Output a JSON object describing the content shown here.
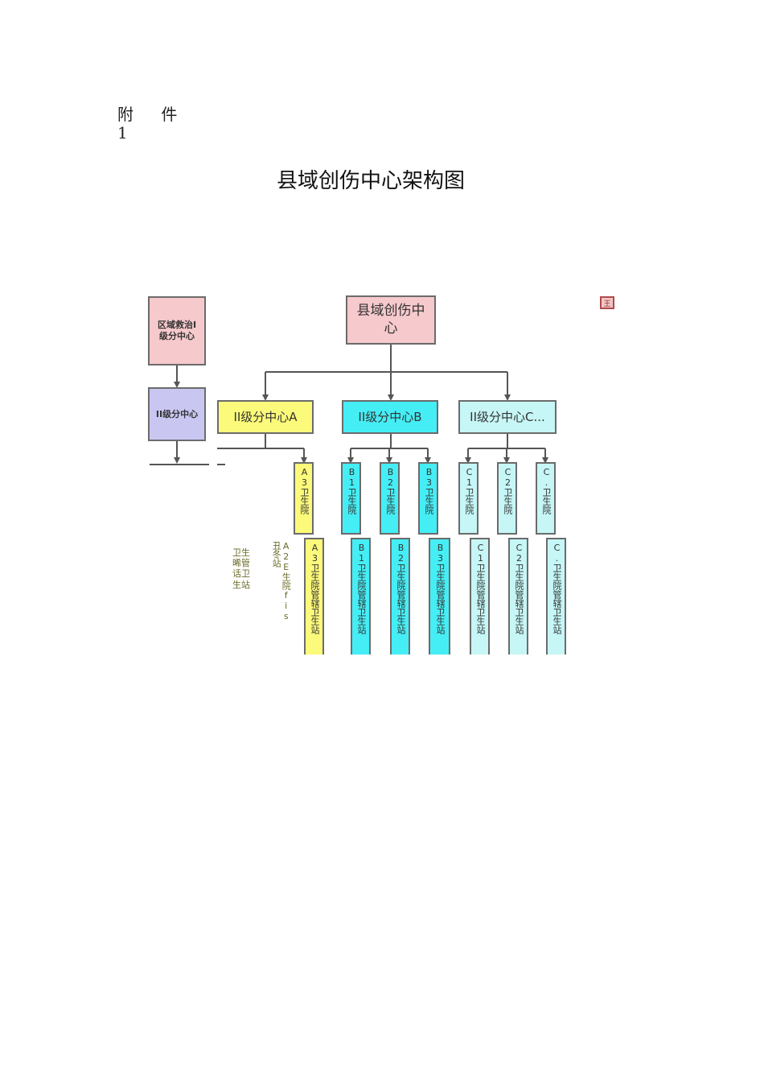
{
  "header": {
    "attachment_label": "附 件",
    "attachment_number": "1",
    "title": "县域创伤中心架构图"
  },
  "legend": {
    "level1": "区域救治I级分中心",
    "level2": "II级分中心"
  },
  "root": {
    "label": "县域创伤中心"
  },
  "subcenters": [
    {
      "label": "II级分中心A"
    },
    {
      "label": "II级分中心B"
    },
    {
      "label": "II级分中心C..."
    }
  ],
  "hospitals": [
    {
      "label": "A3卫生院"
    },
    {
      "label": "B1卫生院"
    },
    {
      "label": "B2卫生院"
    },
    {
      "label": "B3卫生院"
    },
    {
      "label": "C1卫生院"
    },
    {
      "label": "C2卫生院"
    },
    {
      "label": "C.卫生院"
    }
  ],
  "stations": [
    {
      "label": "A3卫生院管辖卫生站"
    },
    {
      "label": "B1卫生院管辖卫生站"
    },
    {
      "label": "B2卫生院管辖卫生站"
    },
    {
      "label": "B3卫生院管辖卫生站"
    },
    {
      "label": "C1卫生院管辖卫生站"
    },
    {
      "label": "C2卫生院管辖卫生站"
    },
    {
      "label": "C.卫生院管辖卫生站"
    }
  ],
  "side_notes": {
    "left": "卫生\n晞管\n话卫\n生站",
    "right": "A2E生院fis丑冬站"
  },
  "corner_mark": "王",
  "colors": {
    "root_fill": "#f6c9cc",
    "level1_fill": "#f6c9cc",
    "level2_fill": "#c9c7f2",
    "subA_fill": "#fcfa7a",
    "subB_fill": "#45eef5",
    "subC_fill": "#c6f6f6",
    "line": "#555555"
  }
}
